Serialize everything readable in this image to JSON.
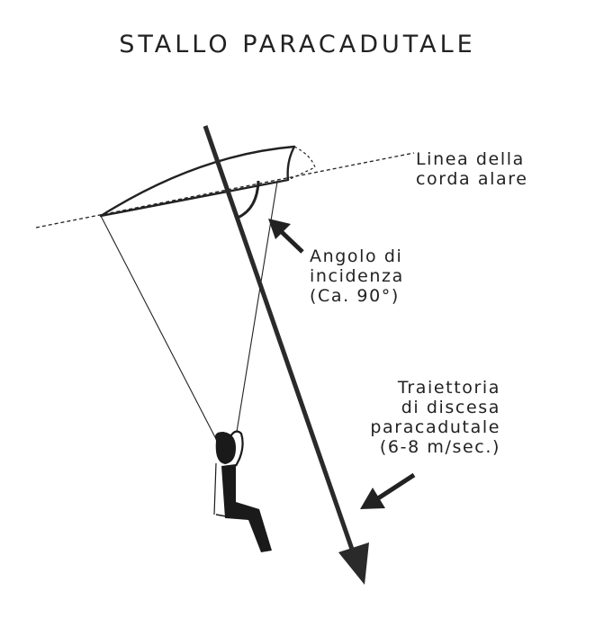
{
  "title": "STALLO PARACADUTALE",
  "labels": {
    "chord": [
      "Linea della",
      "corda alare"
    ],
    "incidence": [
      "Angolo di",
      "incidenza",
      "(Ca. 90°)"
    ],
    "trajectory": [
      "Traiettoria",
      "di discesa",
      "paracadutale",
      "(6-8 m/sec.)"
    ]
  },
  "colors": {
    "ink": "#222222",
    "figure": "#1a1a1a",
    "background": "#ffffff"
  }
}
